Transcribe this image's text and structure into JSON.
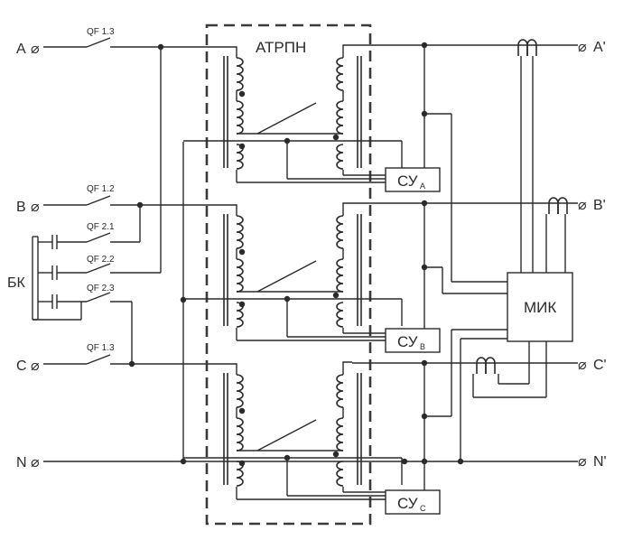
{
  "phases_in": [
    "A",
    "B",
    "C",
    "N"
  ],
  "phases_out": [
    "A'",
    "B'",
    "C'",
    "N'"
  ],
  "breakers": {
    "qf_a": "QF 1.3",
    "qf_b": "QF 1.2",
    "qf_c": "QF 1.3",
    "qf_21": "QF 2.1",
    "qf_22": "QF 2.2",
    "qf_23": "QF 2.3"
  },
  "capacitor_bank": "БК",
  "regulator": "АТРПН",
  "monitor": "МИК",
  "control_units": [
    {
      "main": "СУ",
      "sub": "A"
    },
    {
      "main": "СУ",
      "sub": "B"
    },
    {
      "main": "СУ",
      "sub": "C"
    }
  ],
  "terminal_symbol": "⌀"
}
